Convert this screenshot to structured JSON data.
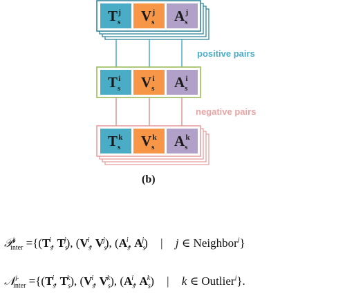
{
  "colors": {
    "t_block": "#4bacc6",
    "v_block": "#f79646",
    "a_block": "#b1a0c7",
    "top_border": "#31859c",
    "middle_border": "#9bbb59",
    "bottom_border": "#e6a0a0",
    "positive_line": "#4bacc6",
    "negative_line": "#d99694",
    "positive_text": "#4bacc6",
    "negative_text": "#e8a3a3"
  },
  "groups": [
    {
      "id": "top",
      "blocks": [
        {
          "base": "T",
          "sub": "s",
          "sup": "j"
        },
        {
          "base": "V",
          "sub": "s",
          "sup": "j"
        },
        {
          "base": "A",
          "sub": "s",
          "sup": "j"
        }
      ]
    },
    {
      "id": "middle",
      "blocks": [
        {
          "base": "T",
          "sub": "s",
          "sup": "i"
        },
        {
          "base": "V",
          "sub": "s",
          "sup": "i"
        },
        {
          "base": "A",
          "sub": "s",
          "sup": "i"
        }
      ]
    },
    {
      "id": "bottom",
      "blocks": [
        {
          "base": "T",
          "sub": "s",
          "sup": "k"
        },
        {
          "base": "V",
          "sub": "s",
          "sup": "k"
        },
        {
          "base": "A",
          "sub": "s",
          "sup": "k"
        }
      ]
    }
  ],
  "labels": {
    "positive_pairs": "positive pairs",
    "negative_pairs": "negative pairs",
    "caption": "(b)"
  },
  "formulas": {
    "positive": {
      "set": "𝒫",
      "set_sup": "i",
      "set_sub": "inter",
      "pairs": [
        {
          "base": "T",
          "sup_a": "i",
          "sup_b": "j"
        },
        {
          "base": "V",
          "sup_a": "i",
          "sup_b": "j"
        },
        {
          "base": "A",
          "sup_a": "i",
          "sup_b": "j"
        }
      ],
      "condition_var": "j",
      "condition_set": "Neighbor",
      "condition_sup": "i",
      "ending": "}"
    },
    "negative": {
      "set": "𝒩",
      "set_sup": "i",
      "set_sub": "inter",
      "pairs": [
        {
          "base": "T",
          "sup_a": "i",
          "sup_b": "k"
        },
        {
          "base": "V",
          "sup_a": "i",
          "sup_b": "k"
        },
        {
          "base": "A",
          "sup_a": "i",
          "sup_b": "k"
        }
      ],
      "condition_var": "k",
      "condition_set": "Outlier",
      "condition_sup": "i",
      "ending": "}."
    }
  }
}
